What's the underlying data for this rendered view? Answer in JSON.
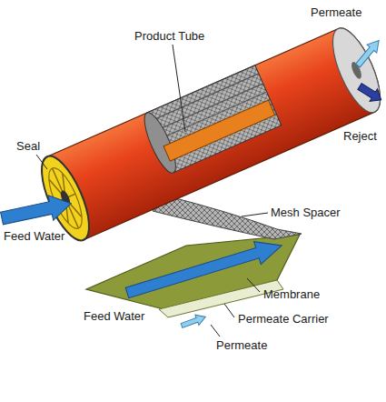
{
  "diagram": {
    "labels": [
      "Permeate",
      "Product Tube",
      "Reject",
      "Seal",
      "Feed Water",
      "Mesh Spacer",
      "Membrane",
      "Permeate Carrier",
      "Feed Water",
      "Permeate"
    ]
  }
}
